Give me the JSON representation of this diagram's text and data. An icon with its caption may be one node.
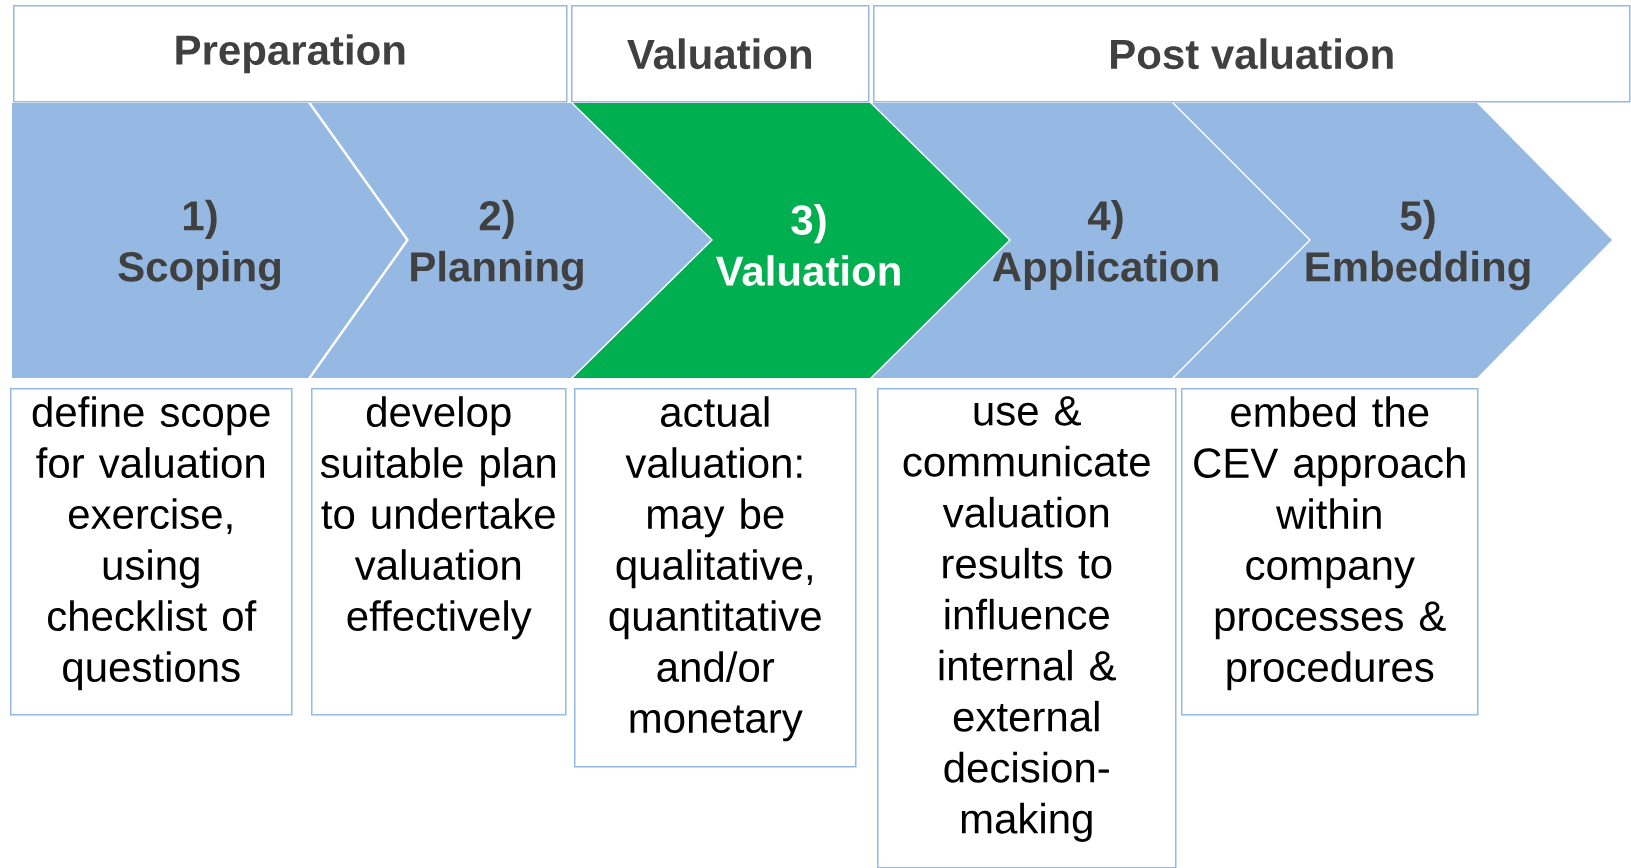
{
  "diagram": {
    "nodes": [
      {
        "text": [
          "Preparation"
        ]
      },
      {
        "text": [
          "Valuation"
        ]
      },
      {
        "text": [
          "Post valuation"
        ]
      },
      {
        "text": [
          "1) Scoping"
        ]
      },
      {
        "text": [
          "2) Planning"
        ]
      },
      {
        "text": [
          "3) Valuation"
        ]
      },
      {
        "text": [
          "4) Application"
        ]
      },
      {
        "text": [
          "5) Embedding"
        ]
      },
      {
        "text": [
          "define scope for valuation exercise, using checklist of questions"
        ]
      },
      {
        "text": [
          "develop suitable plan to undertake valuation effectively"
        ]
      },
      {
        "text": [
          "actual valuation: may be qualitative, quantitative and/or monetary"
        ]
      },
      {
        "text": [
          "use & communicate valuation results to influence internal & external decision-making"
        ]
      },
      {
        "text": [
          "embed the CEV approach within company processes & procedures"
        ]
      }
    ],
    "edges": []
  }
}
